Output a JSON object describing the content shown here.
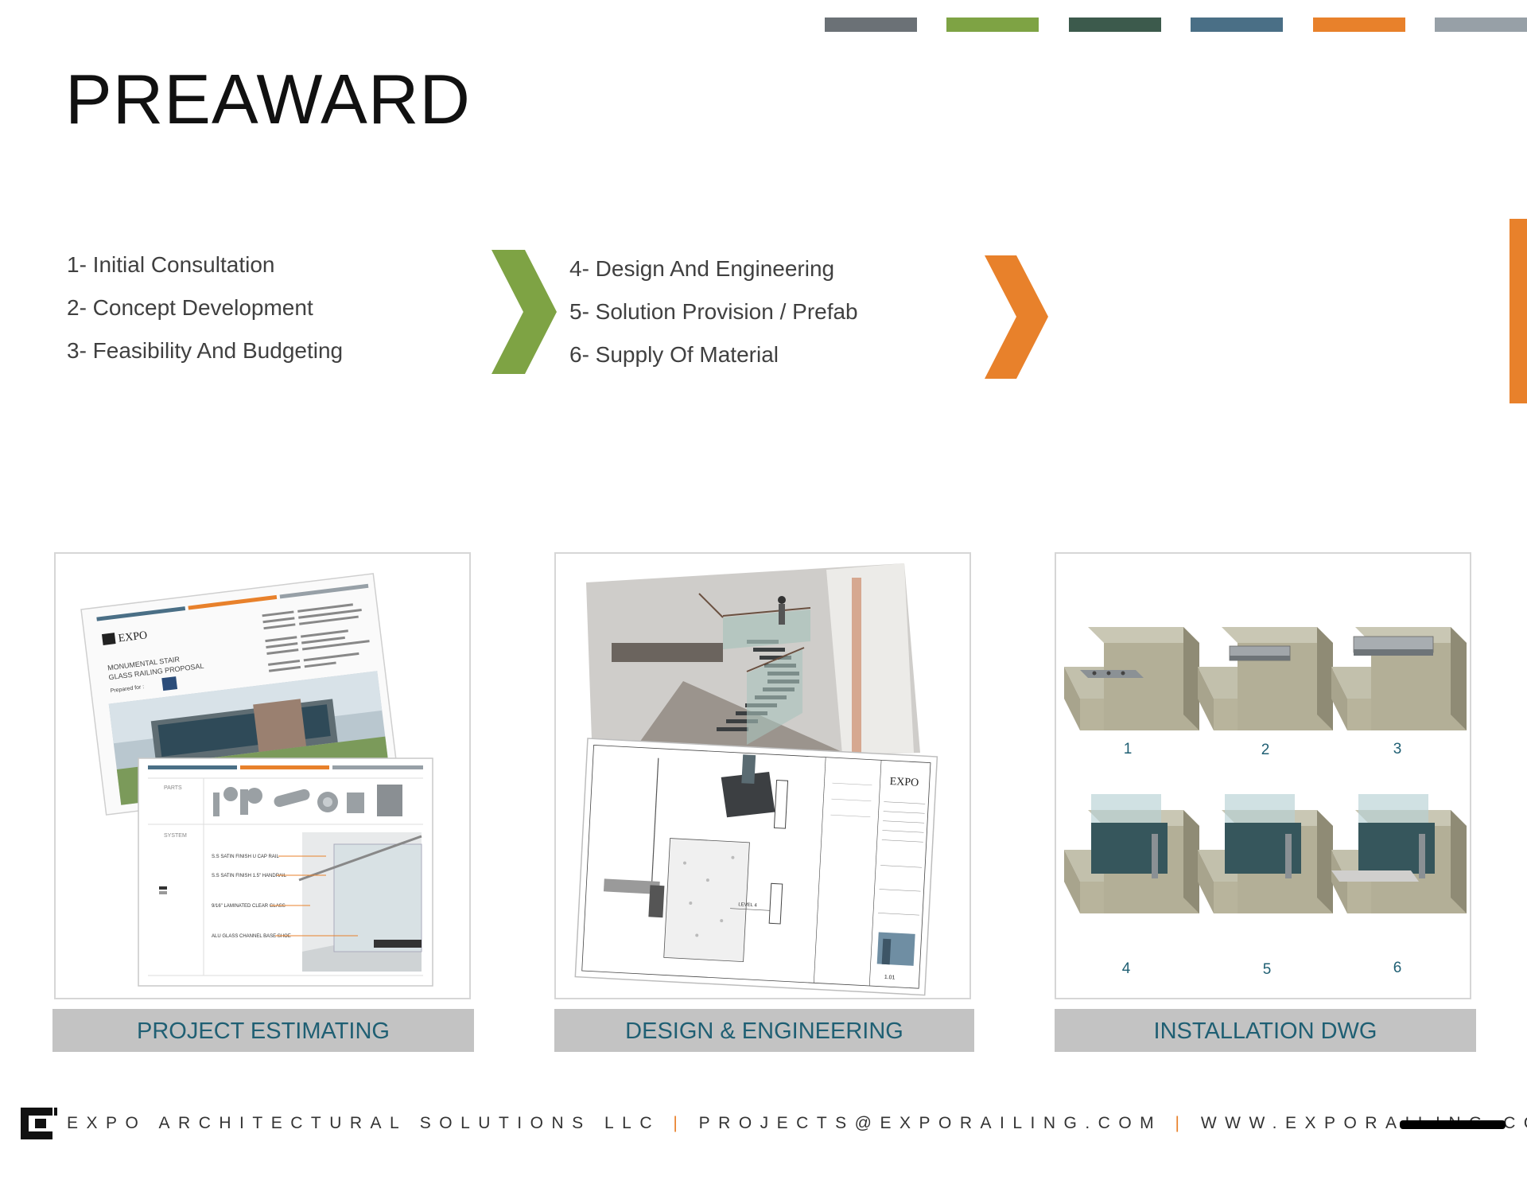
{
  "header": {
    "title": "PREAWARD",
    "color_bars": [
      "#6b7176",
      "#7ea344",
      "#3c5a4c",
      "#4a6f86",
      "#e8812b",
      "#97a0a7"
    ]
  },
  "process": {
    "group_a": [
      "1- Initial Consultation",
      "2- Concept Development",
      "3- Feasibility And Budgeting"
    ],
    "group_b": [
      "4- Design And Engineering",
      "5- Solution Provision / Prefab",
      "6- Supply Of Material"
    ],
    "arrow_colors": {
      "first": "#7ea344",
      "second": "#e8812b"
    }
  },
  "panels": {
    "estimating": {
      "caption": "PROJECT ESTIMATING",
      "doc_title_line1": "MONUMENTAL STAIR",
      "doc_title_line2": "GLASS RAILING PROPOSAL",
      "prepared_for": "Prepared for :",
      "brand": "EXPO",
      "parts_label": "PARTS",
      "system_label": "SYSTEM",
      "callouts": [
        "S.S SATIN FINISH U CAP RAIL",
        "S.S SATIN FINISH 1.5\" HANDRAIL",
        "9/16\" LAMINATED CLEAR GLASS",
        "ALU GLASS CHANNEL BASE SHOE"
      ]
    },
    "design": {
      "caption": "DESIGN & ENGINEERING",
      "brand": "EXPO",
      "level_label": "LEVEL 4",
      "sheet_no": "1.01"
    },
    "installation": {
      "caption": "INSTALLATION DWG",
      "labels": [
        "1",
        "2",
        "3",
        "4",
        "5",
        "6"
      ]
    }
  },
  "footer": {
    "company": "EXPO ARCHITECTURAL SOLUTIONS LLC",
    "divider": "|",
    "email": "PROJECTS@EXPORAILING.COM",
    "website": "WWW.EXPORAILING.COM"
  }
}
